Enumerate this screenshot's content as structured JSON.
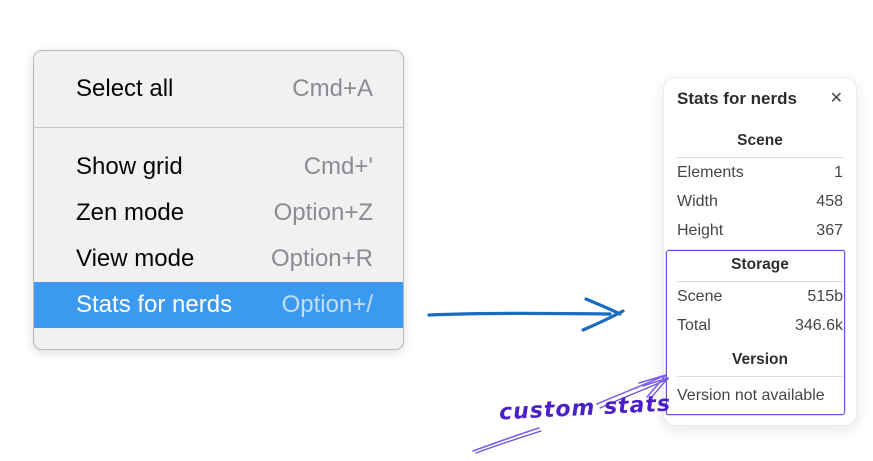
{
  "colors": {
    "highlight_blue": "#3b99f0",
    "menu_bg": "#f1f1f3",
    "menu_border": "#b8babe",
    "shortcut_gray": "#8b8b90",
    "arrow_blue": "#1b6cbe",
    "annotation_purple": "#6a51da",
    "annotation_purple_light": "#7d5ef2",
    "annotation_text_purple": "#4a1fc8"
  },
  "menu": {
    "sections": [
      {
        "items": [
          {
            "label": "Select all",
            "shortcut": "Cmd+A"
          }
        ]
      },
      {
        "items": [
          {
            "label": "Show grid",
            "shortcut": "Cmd+'"
          },
          {
            "label": "Zen mode",
            "shortcut": "Option+Z"
          },
          {
            "label": "View mode",
            "shortcut": "Option+R"
          },
          {
            "label": "Stats for nerds",
            "shortcut": "Option+/",
            "highlighted": true
          }
        ]
      }
    ]
  },
  "panel": {
    "title": "Stats for nerds",
    "close_glyph": "✕",
    "scene": {
      "header": "Scene",
      "rows": [
        {
          "label": "Elements",
          "value": "1"
        },
        {
          "label": "Width",
          "value": "458"
        },
        {
          "label": "Height",
          "value": "367"
        }
      ]
    },
    "storage": {
      "header": "Storage",
      "rows": [
        {
          "label": "Scene",
          "value": "515b"
        },
        {
          "label": "Total",
          "value": "346.6k"
        }
      ]
    },
    "version": {
      "header": "Version",
      "note": "Version not available"
    }
  },
  "annotation": {
    "label": "custom stats"
  }
}
